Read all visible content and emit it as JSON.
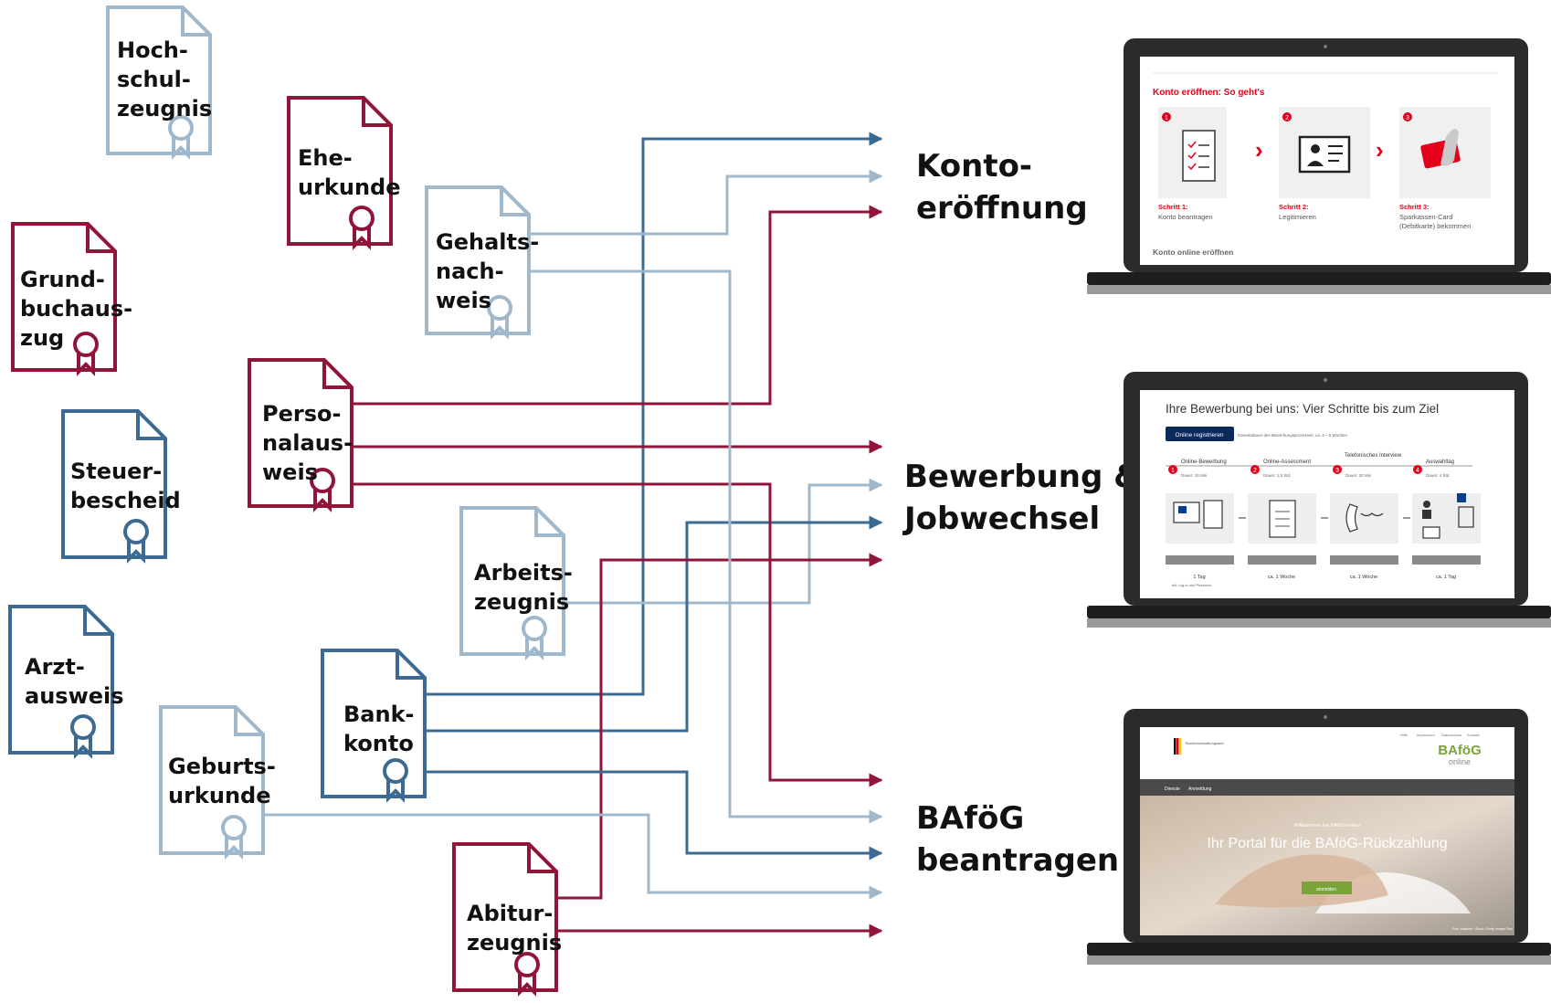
{
  "colors": {
    "red": "#8f1638",
    "dark_blue": "#3c6a93",
    "light_blue": "#9fb8cc",
    "laptop_body": "#2b2b2b",
    "laptop_base": "#9a9a9a"
  },
  "documents": [
    {
      "id": "hochschulzeugnis",
      "lines": [
        "Hoch-",
        "schul-",
        "zeugnis"
      ],
      "color": "light_blue"
    },
    {
      "id": "eheurkunde",
      "lines": [
        "Ehe-",
        "urkunde"
      ],
      "color": "red"
    },
    {
      "id": "gehaltsnachweis",
      "lines": [
        "Gehalts-",
        "nach-",
        "weis"
      ],
      "color": "light_blue"
    },
    {
      "id": "grundbuchauszug",
      "lines": [
        "Grund-",
        "buchaus-",
        "zug"
      ],
      "color": "red"
    },
    {
      "id": "personalausweis",
      "lines": [
        "Perso-",
        "nalaus-",
        "weis"
      ],
      "color": "red"
    },
    {
      "id": "steuerbescheid",
      "lines": [
        "Steuer-",
        "bescheid"
      ],
      "color": "dark_blue"
    },
    {
      "id": "arbeitszeugnis",
      "lines": [
        "Arbeits-",
        "zeugnis"
      ],
      "color": "light_blue"
    },
    {
      "id": "arztausweis",
      "lines": [
        "Arzt-",
        "ausweis"
      ],
      "color": "dark_blue"
    },
    {
      "id": "bankkonto",
      "lines": [
        "Bank-",
        "konto"
      ],
      "color": "dark_blue"
    },
    {
      "id": "geburtsurkunde",
      "lines": [
        "Geburts-",
        "urkunde"
      ],
      "color": "light_blue"
    },
    {
      "id": "abiturzeugnis",
      "lines": [
        "Abitur-",
        "zeugnis"
      ],
      "color": "red"
    }
  ],
  "targets": [
    {
      "id": "kontoeroeffnung",
      "lines": [
        "Konto-",
        "eröffnung"
      ]
    },
    {
      "id": "bewerbung",
      "lines": [
        "Bewerbung &",
        "Jobwechsel"
      ]
    },
    {
      "id": "bafoeg",
      "lines": [
        "BAföG",
        "beantragen"
      ]
    }
  ],
  "connections": [
    {
      "from": "bankkonto",
      "to": "kontoeroeffnung",
      "color": "dark_blue"
    },
    {
      "from": "gehaltsnachweis",
      "to": "kontoeroeffnung",
      "color": "light_blue"
    },
    {
      "from": "personalausweis",
      "to": "kontoeroeffnung",
      "color": "red"
    },
    {
      "from": "personalausweis",
      "to": "bewerbung",
      "color": "red"
    },
    {
      "from": "arbeitszeugnis",
      "to": "bewerbung",
      "color": "light_blue"
    },
    {
      "from": "bankkonto",
      "to": "bewerbung",
      "color": "dark_blue"
    },
    {
      "from": "abiturzeugnis",
      "to": "bewerbung",
      "color": "red"
    },
    {
      "from": "personalausweis",
      "to": "bafoeg",
      "color": "red"
    },
    {
      "from": "gehaltsnachweis",
      "to": "bafoeg",
      "color": "light_blue"
    },
    {
      "from": "bankkonto",
      "to": "bafoeg",
      "color": "dark_blue"
    },
    {
      "from": "geburtsurkunde",
      "to": "bafoeg",
      "color": "light_blue"
    },
    {
      "from": "abiturzeugnis",
      "to": "bafoeg",
      "color": "red"
    }
  ],
  "screens": {
    "konto": {
      "title": "Konto eröffnen: So geht's",
      "steps": [
        {
          "num": "1",
          "head": "Schritt 1:",
          "text": [
            "Konto beantragen"
          ]
        },
        {
          "num": "2",
          "head": "Schritt 2:",
          "text": [
            "Legitimieren"
          ]
        },
        {
          "num": "3",
          "head": "Schritt 3:",
          "text": [
            "Sparkassen-Card",
            "(Debitkarte) bekommen"
          ]
        }
      ],
      "footer": "Konto online eröffnen"
    },
    "bewerbung": {
      "title": "Ihre Bewerbung bei uns: Vier Schritte bis zum Ziel",
      "tab_active": "Online registrieren",
      "tab_note": "Gesamtdauer des Bewerbungsprozesses: ca. 4 – 6 Wochen",
      "steps": [
        {
          "num": "1",
          "label": "Online-Bewerbung",
          "sub": "Dauer: 15 Min",
          "duration": "1 Tag"
        },
        {
          "num": "2",
          "label": "Online-Assessment",
          "sub": "Dauer: 1,5 Std.",
          "duration": "ca. 1 Woche"
        },
        {
          "num": "3",
          "label": "Telefonisches Interview",
          "sub": "Dauer: 30 Min",
          "duration": "ca. 1 Woche"
        },
        {
          "num": "4",
          "label": "Auswahltag",
          "sub": "Dauer: 4 Std.",
          "duration": "ca. 1 Tag"
        }
      ],
      "login_note": "mit Log-in und Passwort"
    },
    "bafoeg": {
      "agency": "Bundesverwaltungsamt",
      "logo_top": "BAföG",
      "logo_bottom": "online",
      "nav": [
        "Dienste",
        "Anmeldung"
      ],
      "top_links": [
        "Hilfe",
        "Impressum",
        "Datenschutz",
        "Kontakt"
      ],
      "welcome": "Willkommen bei BAföG-online",
      "headline": "Ihr Portal für die BAföG-Rückzahlung",
      "button": "anmelden",
      "credit": "Foto: stokkete / iStock / Getty Images Plus"
    }
  }
}
